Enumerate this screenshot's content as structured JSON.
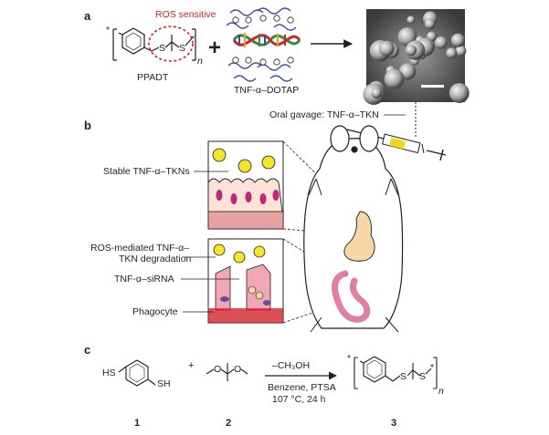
{
  "panels": {
    "a": "a",
    "b": "b",
    "c": "c"
  },
  "panel_a": {
    "ros_label": "ROS sensitive",
    "polymer_name": "PPADT",
    "complex_name": "TNF-α–DOTAP",
    "plus": "+",
    "repeat_n": "n",
    "asterisk": "*",
    "sulfur": "S",
    "ros_color": "#d2232a",
    "micrograph": "sem-micrograph-of-nanoparticles"
  },
  "panel_b": {
    "oral_gavage": "Oral gavage: TNF-α–TKN",
    "stable_label": "Stable TNF-α–TKNs",
    "ros_mediated_line1": "ROS-mediated TNF-α–",
    "ros_mediated_line2": "TKN degradation",
    "sirna_label": "TNF-α–siRNA",
    "phagocyte_label": "Phagocyte",
    "syringe_color": "#f5d422",
    "colon_color": "#e07fa6",
    "stomach_color": "#f6d7a8"
  },
  "panel_c": {
    "byproduct": "–CH₃OH",
    "conditions_line1": "Benzene, PTSA",
    "conditions_line2": "107 °C, 24 h",
    "compound1": "1",
    "compound2": "2",
    "compound3": "3",
    "sh_left": "HS",
    "sh_right": "SH",
    "plus": "+",
    "oxygen": "O",
    "sulfur": "S",
    "repeat_n": "n",
    "asterisk": "*"
  }
}
